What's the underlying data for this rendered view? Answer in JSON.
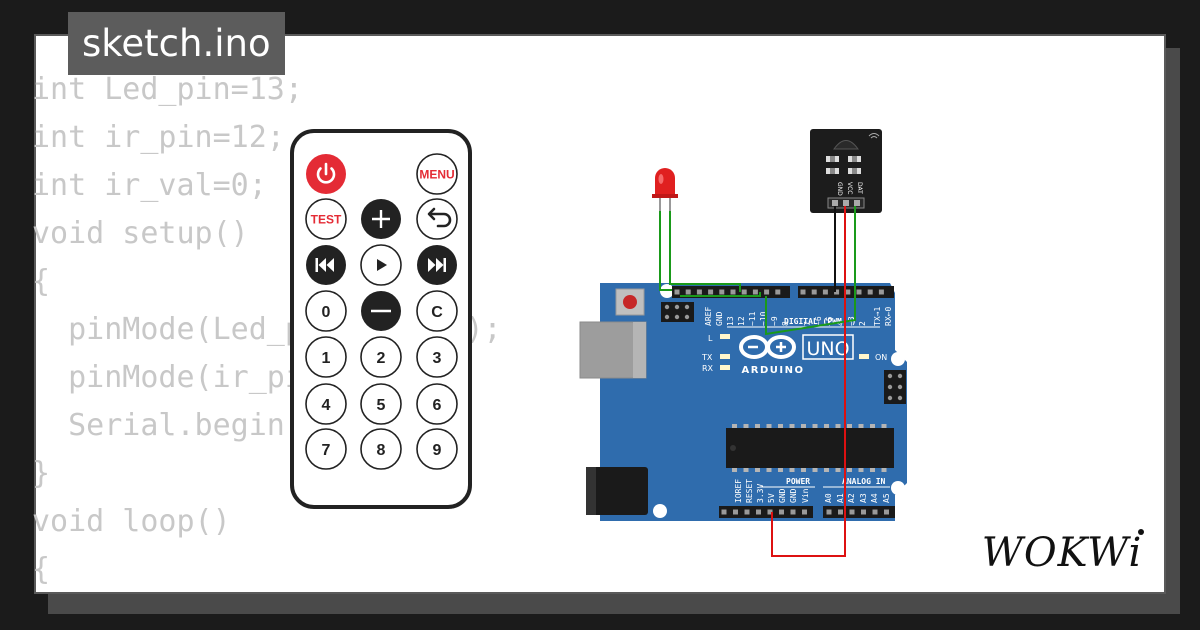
{
  "title": "sketch.ino",
  "code_lines": [
    "int Led_pin=13;",
    "int ir_pin=12;",
    "int ir_val=0;",
    "void setup()",
    "{",
    "  pinMode(Led_pin,OUTPUT);",
    "  pinMode(ir_pin,INPUT);",
    "  Serial.begin(9600);",
    "}",
    "void loop()",
    "{"
  ],
  "remote": {
    "buttons": [
      "MENU",
      "TEST",
      "C",
      "0",
      "1",
      "2",
      "3",
      "4",
      "5",
      "6",
      "7",
      "8",
      "9"
    ],
    "icons": [
      "power-icon",
      "plus-icon",
      "back-icon",
      "rewind-icon",
      "play-icon",
      "fast-forward-icon",
      "minus-icon"
    ]
  },
  "board": {
    "brand": "ARDUINO",
    "model": "UNO",
    "header_top": [
      "AREF",
      "GND",
      "13",
      "12",
      "~11",
      "~10",
      "~9",
      "8",
      "7",
      "~6",
      "~5",
      "4",
      "~3",
      "2",
      "TX→1",
      "RX←0"
    ],
    "digital_label": "DIGITAL (PWM ~)",
    "led_labels": [
      "L",
      "TX",
      "RX",
      "ON"
    ],
    "power_label": "POWER",
    "power_pins": [
      "IOREF",
      "RESET",
      "3.3V",
      "5V",
      "GND",
      "GND",
      "Vin"
    ],
    "analog_label": "ANALOG IN",
    "analog_pins": [
      "A0",
      "A1",
      "A2",
      "A3",
      "A4",
      "A5"
    ]
  },
  "ir_sensor": {
    "pins": [
      "GND",
      "VCC",
      "DAT"
    ]
  },
  "logo": "WOKWi",
  "colors": {
    "board": "#2f6cad",
    "wire_green": "#1a9a1a",
    "wire_red": "#dd1111",
    "wire_black": "#111111",
    "led": "#e02020",
    "power_button": "#e42b35",
    "code_text": "#c8c8c8"
  }
}
